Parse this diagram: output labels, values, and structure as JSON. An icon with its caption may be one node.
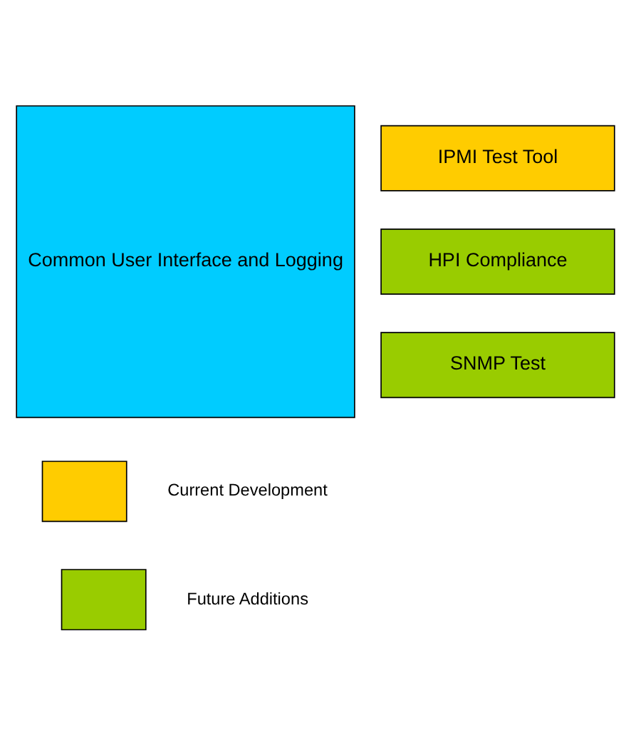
{
  "diagram": {
    "nodes": [
      {
        "text": [
          "Common User Interface and Logging"
        ]
      },
      {
        "text": [
          "IPMI Test Tool"
        ]
      },
      {
        "text": [
          "HPI Compliance"
        ]
      },
      {
        "text": [
          "SNMP Test"
        ]
      }
    ],
    "edges": [],
    "legend": [
      {
        "text": "Current Development",
        "color": "#ffcc00"
      },
      {
        "text": "Future Additions",
        "color": "#99cc00"
      }
    ]
  }
}
